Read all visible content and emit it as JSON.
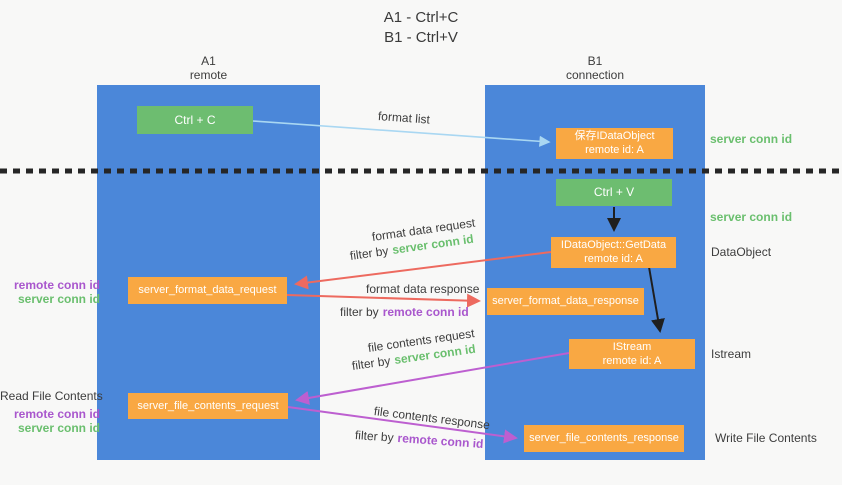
{
  "title": {
    "line1": "A1 - Ctrl+C",
    "line2": "B1 - Ctrl+V"
  },
  "columns": {
    "a1": {
      "name": "A1",
      "subtitle": "remote"
    },
    "b1": {
      "name": "B1",
      "subtitle": "connection"
    }
  },
  "nodes": {
    "ctrl_c": {
      "label": "Ctrl + C"
    },
    "save_idataobject": {
      "line1": "保存IDataObject",
      "line2": "remote id: A"
    },
    "ctrl_v": {
      "label": "Ctrl + V"
    },
    "getdata": {
      "line1": "IDataObject::GetData",
      "line2": "remote id: A"
    },
    "server_format_data_request": {
      "label": "server_format_data_request"
    },
    "server_format_data_response": {
      "label": "server_format_data_response"
    },
    "istream": {
      "line1": "IStream",
      "line2": "remote id: A"
    },
    "server_file_contents_request": {
      "label": "server_file_contents_request"
    },
    "server_file_contents_response": {
      "label": "server_file_contents_response"
    }
  },
  "arrow_labels": {
    "format_list": "format list",
    "format_data_request": "format data request",
    "format_data_response": "format data response",
    "file_contents_request": "file contents request",
    "file_contents_response": "file contents response",
    "filter_by": "filter by",
    "server_conn_id": "server conn id",
    "remote_conn_id": "remote conn id"
  },
  "side_labels": {
    "left": {
      "remote_conn_id": "remote conn id",
      "server_conn_id": "server conn id",
      "read_file_contents": "Read File Contents"
    },
    "right": {
      "server_conn_id_top": "server conn id",
      "server_conn_id_mid": "server conn id",
      "dataobject": "DataObject",
      "istream": "Istream",
      "write_file_contents": "Write File Contents"
    }
  },
  "colors": {
    "column_blue": "#4b87d9",
    "node_green": "#6dbd70",
    "node_orange": "#f9a843",
    "green_text": "#6abf6e",
    "purple_text": "#a957cd",
    "red_arrow": "#ed6a5f",
    "purple_arrow": "#bd5fd0",
    "blue_arrow": "#a9d7f2",
    "black_arrow": "#1f1f1f",
    "dotted_divider": "#262626"
  }
}
